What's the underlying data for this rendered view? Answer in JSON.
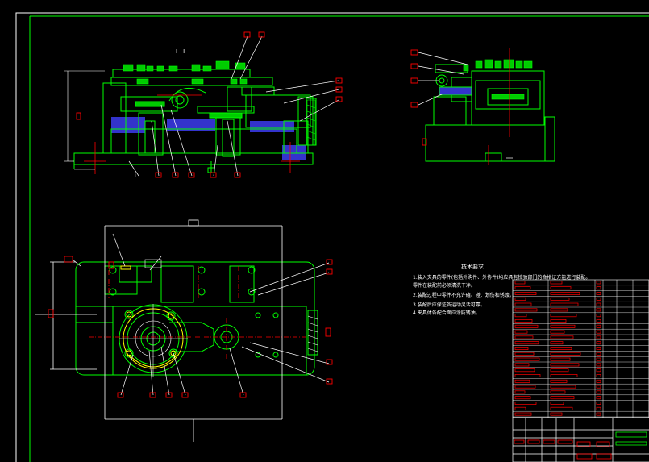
{
  "views": {
    "section_label": "I—I",
    "section_marker": "I",
    "tech_title": "技术要求",
    "tech_lines": [
      "1.装入夹具的零件(包括外购件、外协件)均应具有检验部门的合格证方能进行装配。",
      "零件在装配前必须清洗干净。",
      "2.装配过程中零件不允许磕、碰、划伤和锈蚀。",
      "3.装配后应保证各运动灵活可靠。",
      "4.夹具体各配合面应涂防锈油。"
    ]
  },
  "colors": {
    "background": "#000000",
    "frame": "#00ff00",
    "outline": "#00ff00",
    "hatch": "#3333cc",
    "leader": "#ffffff",
    "balloon": "#ff0000",
    "centerline": "#ff0000",
    "fill_green": "#00cc00",
    "yellow": "#ffff00",
    "cyan": "#00ffff",
    "magenta": "#ff33ff"
  }
}
